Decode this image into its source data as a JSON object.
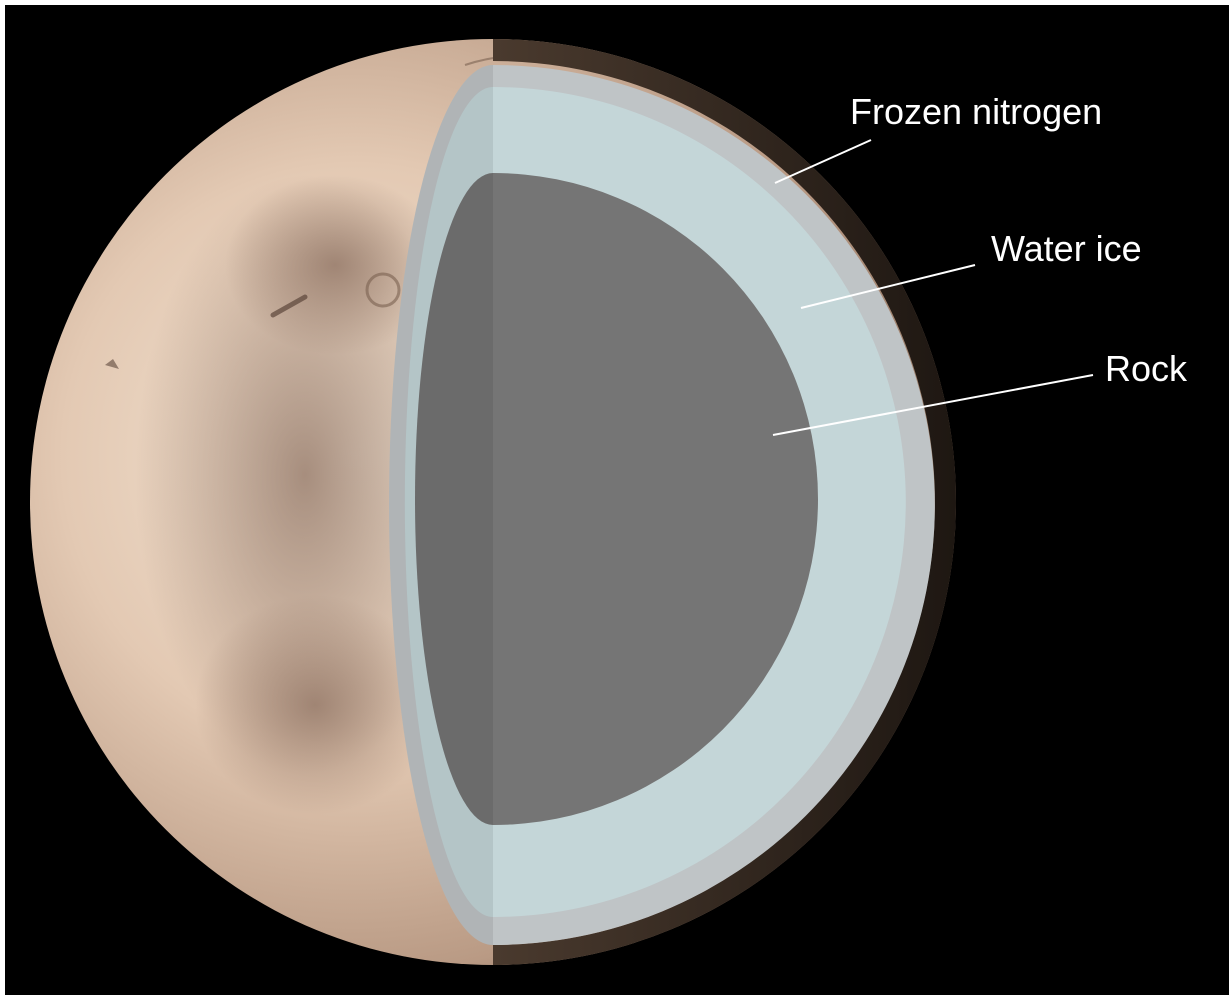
{
  "diagram": {
    "layers": [
      {
        "id": "frozen-nitrogen",
        "label": "Frozen nitrogen",
        "color": "#bfc4c6"
      },
      {
        "id": "water-ice",
        "label": "Water ice",
        "color": "#c4d6d8"
      },
      {
        "id": "rock",
        "label": "Rock",
        "color": "#757575"
      }
    ],
    "colors": {
      "background": "#000000",
      "surface_light": "#eed9c8",
      "surface_dark": "#9b7f6c",
      "label_text": "#ffffff"
    }
  }
}
